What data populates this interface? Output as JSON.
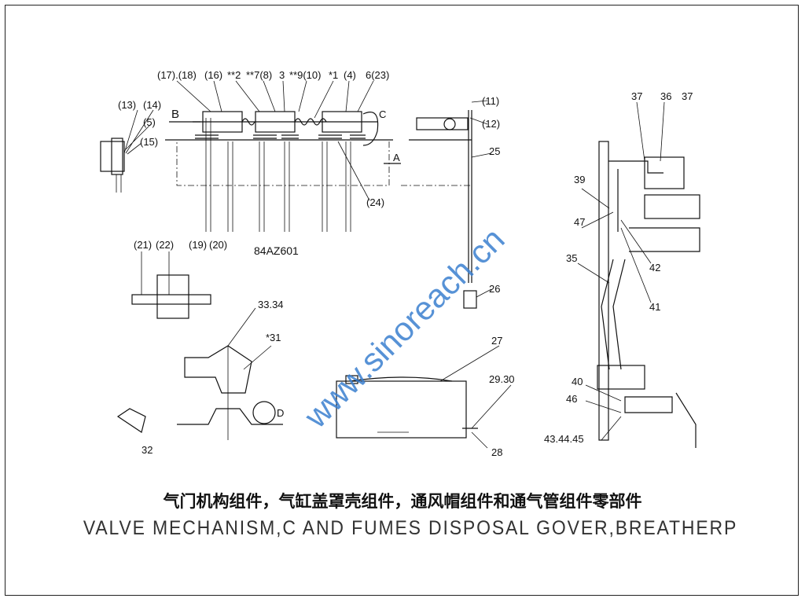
{
  "labels": {
    "l17_18": "(17).(18)",
    "l16": "(16)",
    "l2": "**2",
    "l7_8": "**7(8)",
    "l3": "3",
    "l9_10": "**9(10)",
    "l1": "*1",
    "l4": "(4)",
    "l6_23": "6(23)",
    "l13": "(13)",
    "l14": "(14)",
    "l5": "(5)",
    "l15": "(15)",
    "lB": "B",
    "lC": "C",
    "lA": "A",
    "l24": "(24)",
    "l11": "(11)",
    "l12": "(12)",
    "l25": "25",
    "l26": "26",
    "drawing_no": "84AZ601",
    "l21": "(21)",
    "l22": "(22)",
    "l19": "(19)",
    "l20": "(20)",
    "l33_34": "33.34",
    "l31": "*31",
    "lD": "D",
    "l32": "32",
    "l27": "27",
    "l29_30": "29.30",
    "l28": "28",
    "l37a": "37",
    "l36": "36",
    "l37b": "37",
    "l39": "39",
    "l47": "47",
    "l42": "42",
    "l35": "35",
    "l41": "41",
    "l40": "40",
    "l46": "46",
    "l43_44_45": "43.44.45"
  },
  "title_cn": "气门机构组件，气缸盖罩壳组件，通风帽组件和通气管组件零部件",
  "title_en": "VALVE MECHANISM,C AND FUMES DISPOSAL GOVER,BREATHERP",
  "watermark": "www.sinoreach.cn"
}
